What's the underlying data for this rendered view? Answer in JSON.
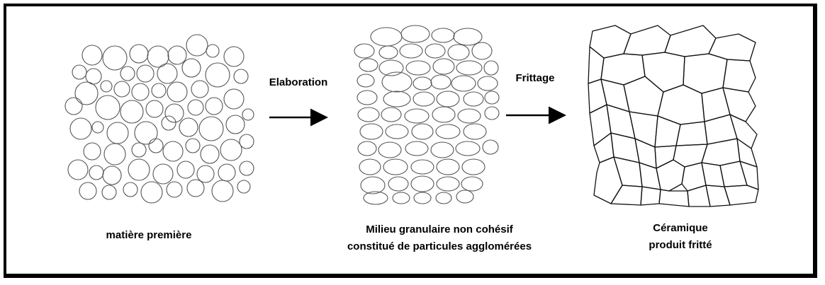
{
  "panels": {
    "raw": {
      "caption": "matière première"
    },
    "granular": {
      "caption_line1": "Milieu granulaire non cohésif",
      "caption_line2": "constitué de particules agglomérées"
    },
    "ceramic": {
      "caption_line1": "Céramique",
      "caption_line2": "produit fritté"
    }
  },
  "steps": {
    "elaboration": "Elaboration",
    "sintering": "Frittage"
  },
  "colors": {
    "stroke": "#000000",
    "grain_stroke": "#333333",
    "background": "#ffffff"
  }
}
